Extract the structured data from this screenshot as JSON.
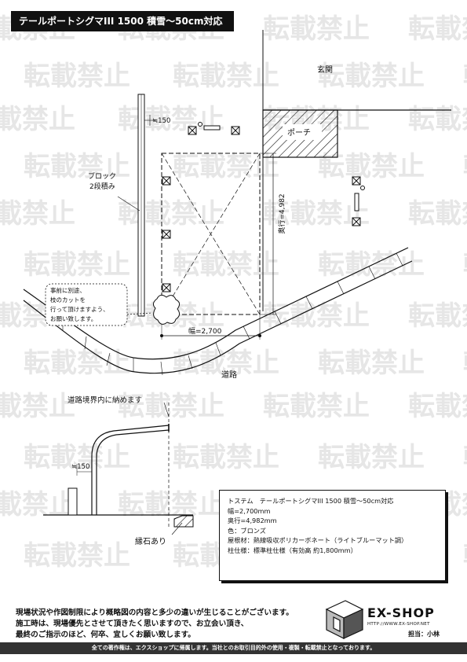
{
  "title": "テールポートシグマIII 1500 積雪～50cm対応",
  "watermark": "転載禁止",
  "plan": {
    "genkan": "玄関",
    "porch": "ポーチ",
    "block_line1": "ブロック",
    "block_line2": "2段積み",
    "offset_top": "≒150",
    "depth": "奥行=4,982",
    "width": "幅=2,700",
    "road": "道路",
    "note_line1": "事前に別途、",
    "note_line2": "枝のカットを",
    "note_line3": "行って頂けますよう、",
    "note_line4": "お願い致します。"
  },
  "elevation": {
    "boundary_note": "道路境界内に納めます",
    "offset": "≒150",
    "curb": "縁石あり"
  },
  "spec": {
    "line1": "トステム　テールポートシグマIII 1500 積雪～50cm対応",
    "line2": "幅=2,700mm",
    "line3": "奥行=4,982mm",
    "line4": "色：ブロンズ",
    "line5": "屋根材：熱線吸収ポリカーボネート（ライトブルーマット調）",
    "line6": "柱仕様：標準柱仕様（有効高 約1,800mm）"
  },
  "notice": {
    "line1": "現場状況や作図制限により概略図の内容と多少の違いが生じることがございます。",
    "line2": "施工時は、現場優先とさせて頂きたく思いますので、お立会い頂き、",
    "line3": "最終のご指示のほど、何卒、宜しくお願い致します。"
  },
  "logo": {
    "name": "EX-SHOP",
    "url": "HTTP://WWW.EX-SHOP.NET"
  },
  "staff": "担当：小林",
  "footer": "全ての著作権は、エクスショップに帰属します。当社とのお取引目的外の使用・複製・転載禁止となっております。"
}
